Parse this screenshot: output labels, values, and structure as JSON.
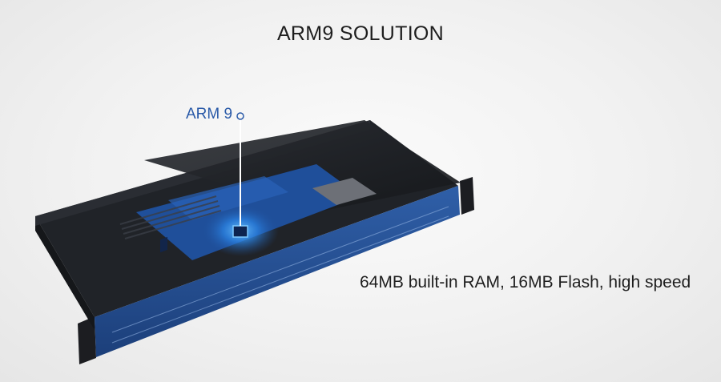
{
  "title": "ARM9 SOLUTION",
  "callout": {
    "label": "ARM 9"
  },
  "spec": {
    "text": "64MB built-in RAM, 16MB Flash, high speed"
  },
  "colors": {
    "background": "#f1f1f1",
    "chassis": "#1a1c20",
    "pcb": "#1f4f9a",
    "chip_glow": "#3fa0ff",
    "callout": "#2a5aa8"
  },
  "icons": [
    "rack-mount-device-photo",
    "callout-pin-icon"
  ]
}
